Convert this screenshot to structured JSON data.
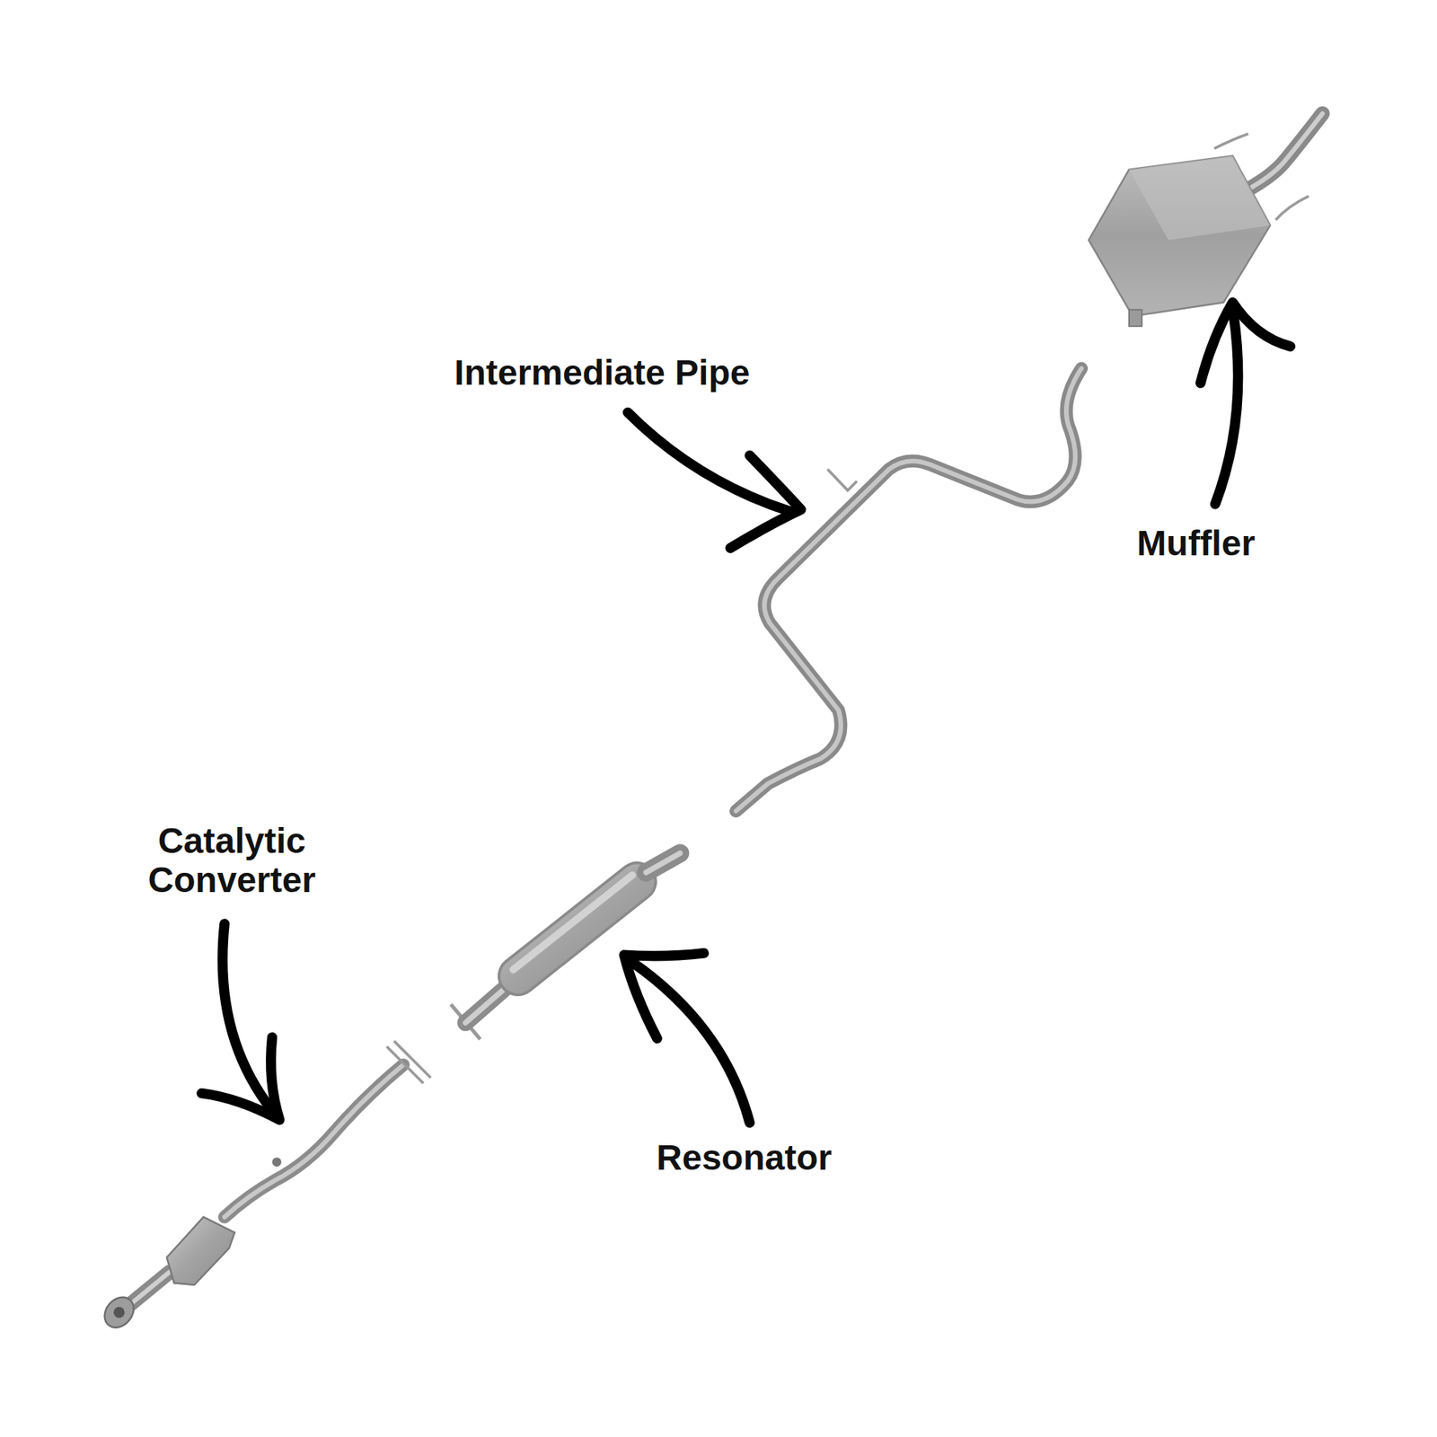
{
  "diagram": {
    "labels": [
      "Intermediate Pipe",
      "Muffler",
      "Catalytic Converter",
      "Resonator"
    ]
  }
}
